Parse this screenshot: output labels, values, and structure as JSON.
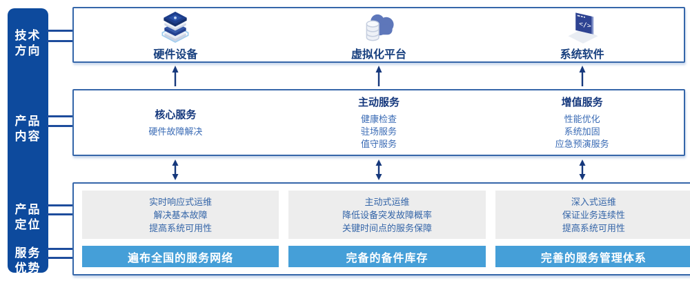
{
  "colors": {
    "sidebar_bg": "#0d4a9d",
    "box_border": "#3566a9",
    "navy": "#14377c",
    "item_blue": "#3a6bb5",
    "panel_bg": "#ededed",
    "panel_text": "#3465a8",
    "bar_bg": "#459fd8",
    "connector": "#1d4c9c"
  },
  "sidebar": {
    "labels": [
      {
        "line1": "技术",
        "line2": "方向"
      },
      {
        "line1": "产品",
        "line2": "内容"
      },
      {
        "line1": "产品",
        "line2": "定位"
      },
      {
        "line1": "服务",
        "line2": "优势"
      }
    ]
  },
  "top": {
    "columns": [
      {
        "icon": "server-stack-icon",
        "label": "硬件设备"
      },
      {
        "icon": "cloud-database-icon",
        "label": "虚拟化平台"
      },
      {
        "icon": "code-window-icon",
        "label": "系统软件"
      }
    ]
  },
  "middle": {
    "columns": [
      {
        "title": "核心服务",
        "items": [
          "硬件故障解决"
        ]
      },
      {
        "title": "主动服务",
        "items": [
          "健康检查",
          "驻场服务",
          "值守服务"
        ]
      },
      {
        "title": "增值服务",
        "items": [
          "性能优化",
          "系统加固",
          "应急预演服务"
        ]
      }
    ]
  },
  "bottom": {
    "columns": [
      {
        "points": [
          "实时响应式运维",
          "解决基本故障",
          "提高系统可用性"
        ],
        "bar": "遍布全国的服务网络"
      },
      {
        "points": [
          "主动式运维",
          "降低设备突发故障概率",
          "关键时间点的服务保障"
        ],
        "bar": "完备的备件库存"
      },
      {
        "points": [
          "深入式运维",
          "保证业务连续性",
          "提高系统可用性"
        ],
        "bar": "完善的服务管理体系"
      }
    ]
  }
}
